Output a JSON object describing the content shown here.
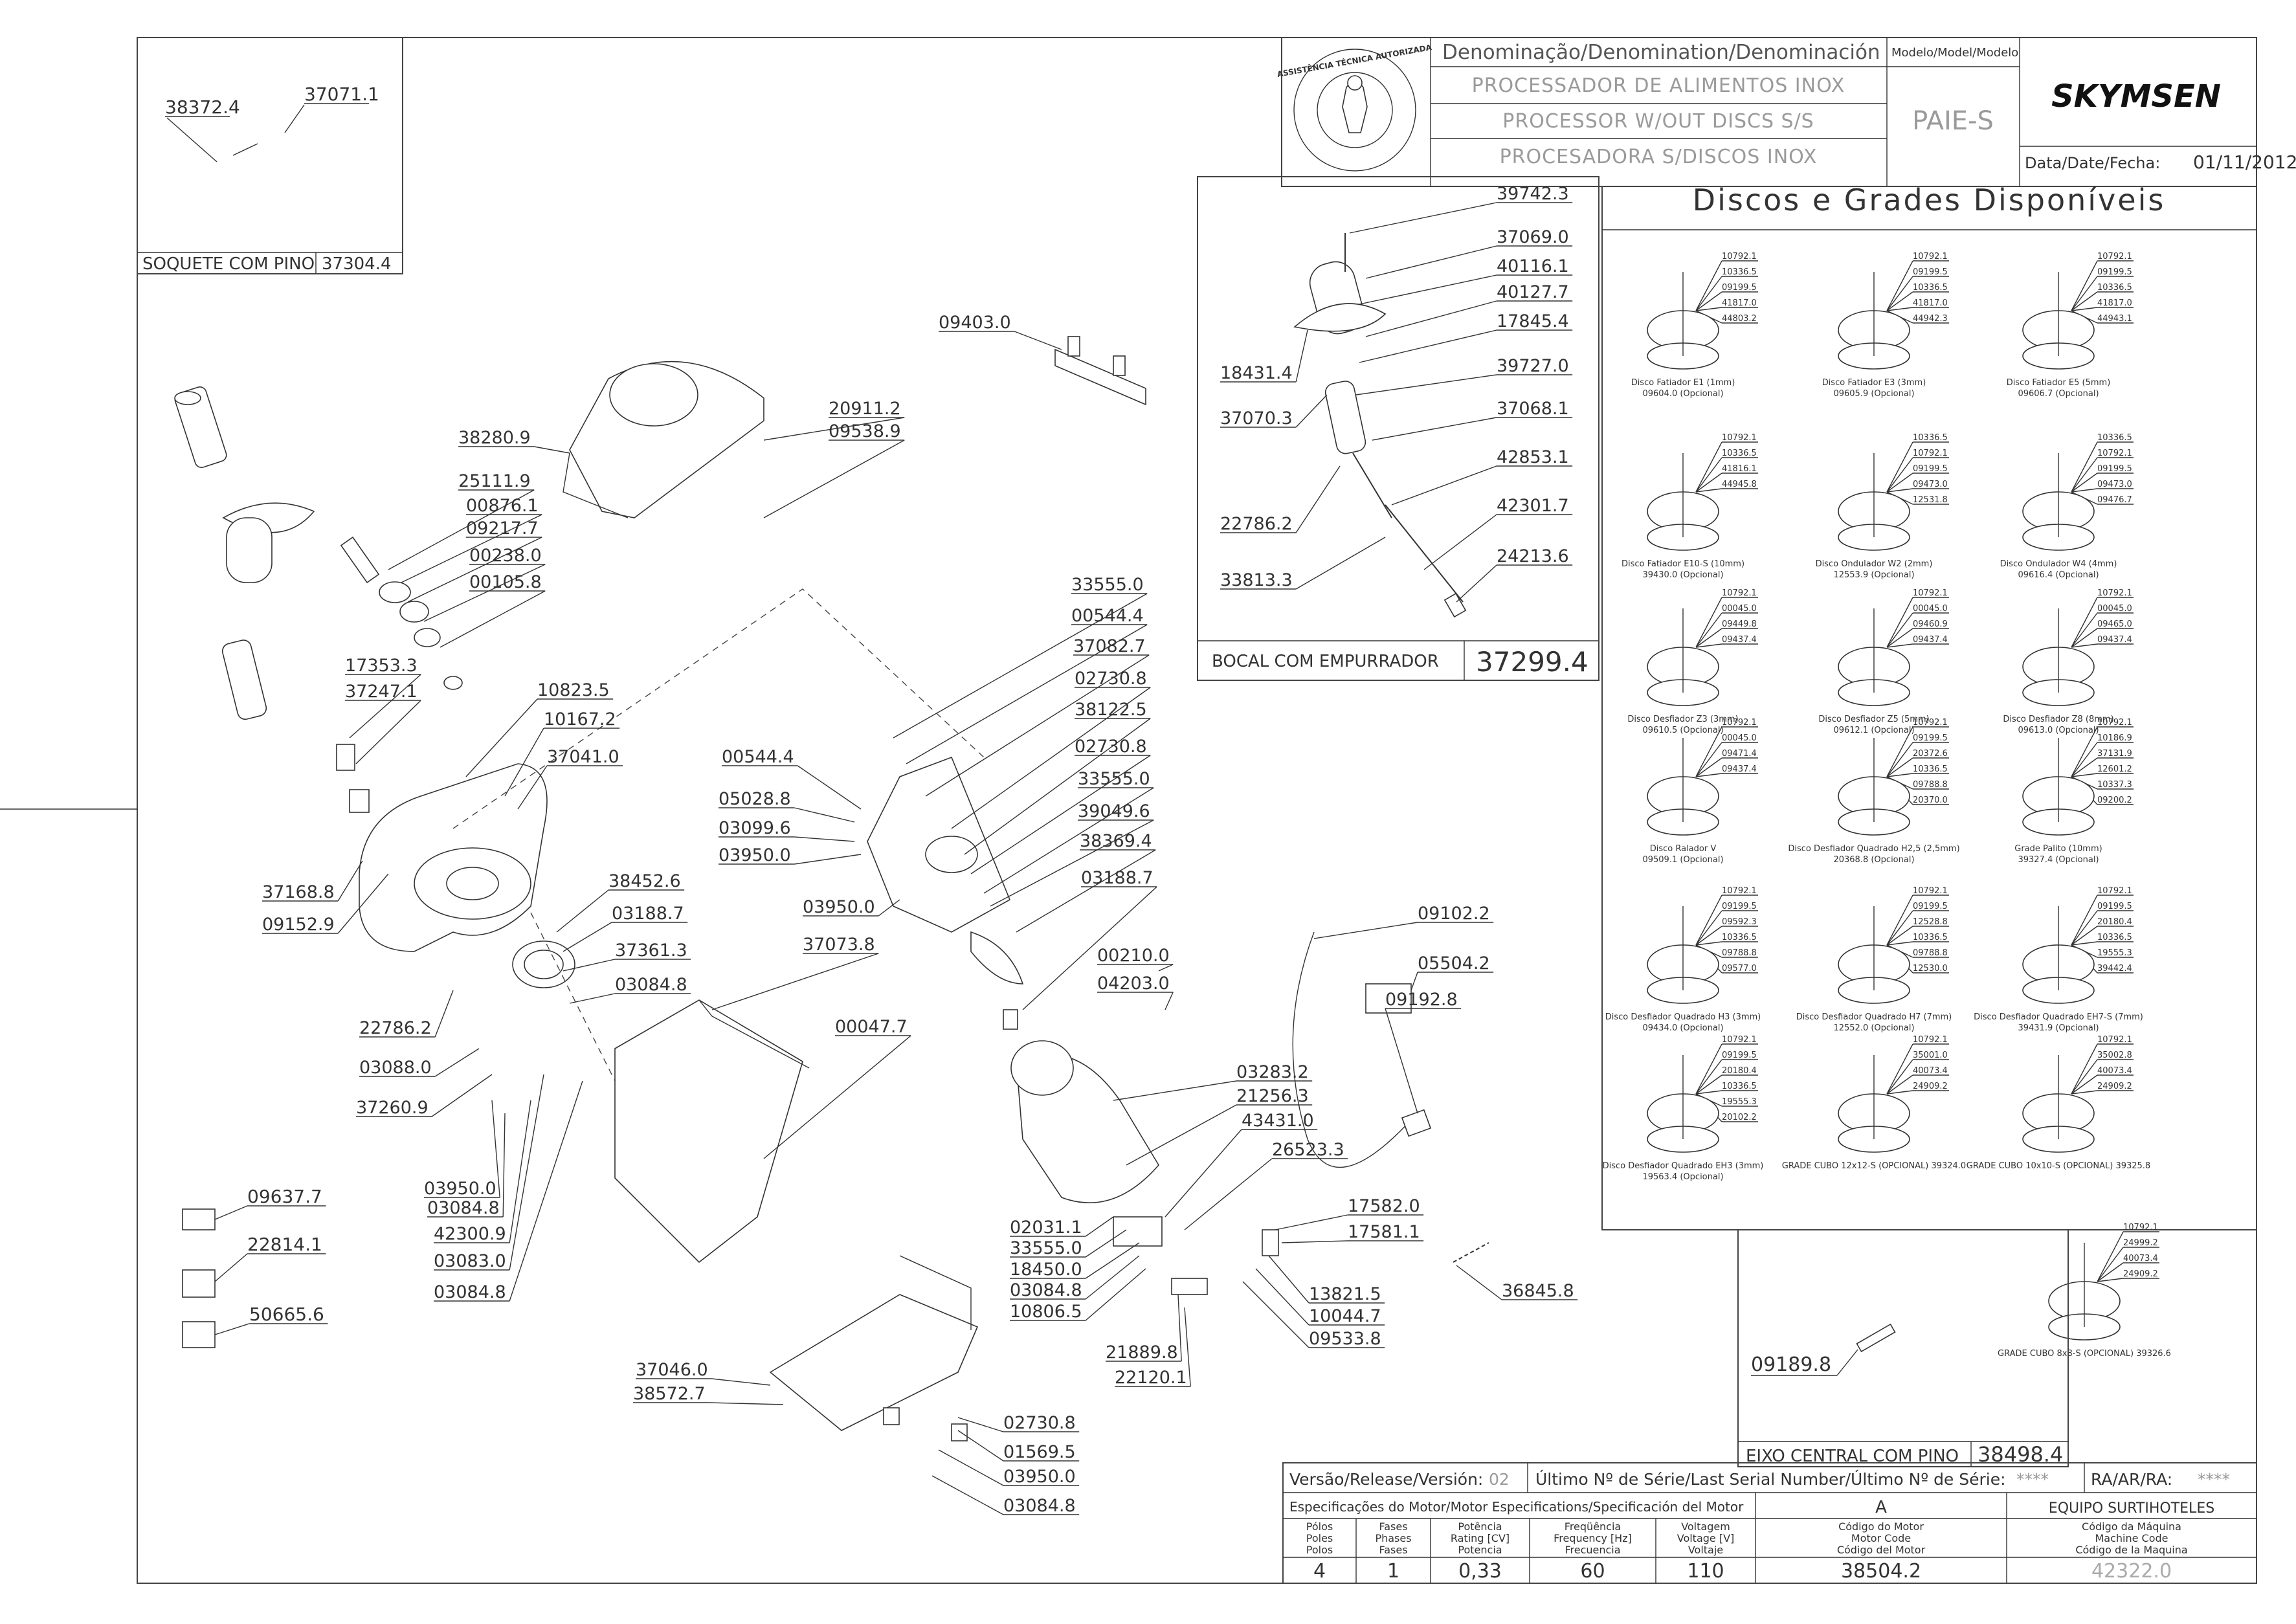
{
  "title_block": {
    "denomination_label": "Denominação/Denomination/Denominación",
    "model_label": "Modelo/Model/Modelo",
    "name_pt": "PROCESSADOR DE ALIMENTOS INOX",
    "name_en": "PROCESSOR W/OUT DISCS S/S",
    "name_es": "PROCESADORA S/DISCOS INOX",
    "model": "PAIE-S",
    "brand": "SKYMSEN",
    "date_label": "Data/Date/Fecha:",
    "date": "01/11/2012",
    "seal_text": "ASSISTÊNCIA TÉCNICA AUTORIZADA"
  },
  "panels": {
    "socket": {
      "label": "SOQUETE COM PINO",
      "code": "37304.4",
      "parts": [
        "38372.4",
        "37071.1"
      ]
    },
    "nozzle": {
      "label": "BOCAL COM EMPURRADOR",
      "code": "37299.4",
      "parts_right": [
        "39742.3",
        "37069.0",
        "40116.1",
        "40127.7",
        "17845.4",
        "39727.0",
        "37068.1",
        "42853.1",
        "42301.7",
        "24213.6"
      ],
      "parts_left": [
        "18431.4",
        "37070.3",
        "22786.2",
        "33813.3"
      ]
    },
    "discs": {
      "title": "Discos e Grades Disponíveis",
      "items": [
        {
          "name": "Disco Fatiador E1 (1mm)",
          "code": "09604.0 (Opcional)",
          "parts": [
            "10792.1",
            "10336.5",
            "09199.5",
            "41817.0",
            "44803.2"
          ]
        },
        {
          "name": "Disco Fatiador E3 (3mm)",
          "code": "09605.9 (Opcional)",
          "parts": [
            "10792.1",
            "09199.5",
            "10336.5",
            "41817.0",
            "44942.3"
          ]
        },
        {
          "name": "Disco Fatiador E5 (5mm)",
          "code": "09606.7 (Opcional)",
          "parts": [
            "10792.1",
            "09199.5",
            "10336.5",
            "41817.0",
            "44943.1"
          ]
        },
        {
          "name": "Disco Fatiador E10-S (10mm)",
          "code": "39430.0 (Opcional)",
          "parts": [
            "10792.1",
            "10336.5",
            "41816.1",
            "44945.8"
          ]
        },
        {
          "name": "Disco Ondulador W2 (2mm)",
          "code": "12553.9 (Opcional)",
          "parts": [
            "10336.5",
            "10792.1",
            "09199.5",
            "09473.0",
            "12531.8"
          ]
        },
        {
          "name": "Disco Ondulador W4 (4mm)",
          "code": "09616.4 (Opcional)",
          "parts": [
            "10336.5",
            "10792.1",
            "09199.5",
            "09473.0",
            "09476.7"
          ]
        },
        {
          "name": "Disco Desfiador Z3 (3mm)",
          "code": "09610.5 (Opcional)",
          "parts": [
            "10792.1",
            "00045.0",
            "09449.8",
            "09437.4"
          ]
        },
        {
          "name": "Disco Desfiador Z5 (5mm)",
          "code": "09612.1 (Opcional)",
          "parts": [
            "10792.1",
            "00045.0",
            "09460.9",
            "09437.4"
          ]
        },
        {
          "name": "Disco Desfiador Z8 (8mm)",
          "code": "09613.0 (Opcional)",
          "parts": [
            "10792.1",
            "00045.0",
            "09465.0",
            "09437.4"
          ]
        },
        {
          "name": "Disco Ralador V",
          "code": "09509.1 (Opcional)",
          "parts": [
            "10792.1",
            "00045.0",
            "09471.4",
            "09437.4"
          ]
        },
        {
          "name": "Disco Desfiador Quadrado H2,5 (2,5mm)",
          "code": "20368.8 (Opcional)",
          "parts": [
            "10792.1",
            "09199.5",
            "20372.6",
            "10336.5",
            "09788.8",
            "20370.0"
          ]
        },
        {
          "name": "Grade Palito (10mm)",
          "code": "39327.4 (Opcional)",
          "parts": [
            "10792.1",
            "10186.9",
            "37131.9",
            "12601.2",
            "10337.3",
            "09200.2"
          ]
        },
        {
          "name": "Disco Desfiador Quadrado H3 (3mm)",
          "code": "09434.0 (Opcional)",
          "parts": [
            "10792.1",
            "09199.5",
            "09592.3",
            "10336.5",
            "09788.8",
            "09577.0"
          ]
        },
        {
          "name": "Disco Desfiador Quadrado H7 (7mm)",
          "code": "12552.0 (Opcional)",
          "parts": [
            "10792.1",
            "09199.5",
            "12528.8",
            "10336.5",
            "09788.8",
            "12530.0"
          ]
        },
        {
          "name": "Disco Desfiador Quadrado EH7-S (7mm)",
          "code": "39431.9 (Opcional)",
          "parts": [
            "10792.1",
            "09199.5",
            "20180.4",
            "10336.5",
            "19555.3",
            "39442.4"
          ]
        },
        {
          "name": "Disco Desfiador Quadrado EH3 (3mm)",
          "code": "19563.4 (Opcional)",
          "parts": [
            "10792.1",
            "09199.5",
            "20180.4",
            "10336.5",
            "19555.3",
            "20102.2"
          ]
        },
        {
          "name": "GRADE CUBO 12x12-S (OPCIONAL) 39324.0",
          "code": "",
          "parts": [
            "10792.1",
            "35001.0",
            "40073.4",
            "24909.2"
          ]
        },
        {
          "name": "GRADE CUBO 10x10-S (OPCIONAL) 39325.8",
          "code": "",
          "parts": [
            "10792.1",
            "35002.8",
            "40073.4",
            "24909.2"
          ]
        },
        {
          "name": "GRADE CUBO 8x8-S (OPCIONAL) 39326.6",
          "code": "",
          "parts": [
            "10792.1",
            "24999.2",
            "40073.4",
            "24909.2"
          ]
        }
      ]
    },
    "shaft": {
      "label": "EIXO CENTRAL COM PINO",
      "code": "38498.4",
      "part": "09189.8"
    }
  },
  "main_parts": {
    "left": [
      "38280.9",
      "25111.9",
      "00876.1",
      "09217.7",
      "00238.0",
      "00105.8",
      "17353.3",
      "37247.1",
      "10823.5",
      "10167.2",
      "37041.0",
      "37168.8",
      "09152.9",
      "38452.6",
      "03188.7",
      "37361.3",
      "03084.8",
      "22786.2",
      "03088.0",
      "37260.9",
      "03950.0",
      "03084.8",
      "42300.9",
      "03083.0",
      "03084.8"
    ],
    "center": [
      "09403.0",
      "20911.2",
      "09538.9",
      "00544.4",
      "05028.8",
      "03099.6",
      "03950.0",
      "03950.0",
      "37073.8",
      "00047.7",
      "33555.0",
      "00544.4",
      "37082.7",
      "02730.8",
      "38122.5",
      "02730.8",
      "33555.0",
      "39049.6",
      "38369.4",
      "03188.7",
      "00210.0",
      "04203.0"
    ],
    "lower": [
      "09102.2",
      "05504.2",
      "09192.8",
      "03283.2",
      "21256.3",
      "43431.0",
      "26523.3",
      "17582.0",
      "17581.1",
      "02031.1",
      "33555.0",
      "18450.0",
      "03084.8",
      "10806.5",
      "13821.5",
      "10044.7",
      "09533.8",
      "21889.8",
      "22120.1",
      "36845.8",
      "37046.0",
      "38572.7",
      "02730.8",
      "01569.5",
      "03950.0",
      "03084.8"
    ],
    "labels": [
      "09637.7",
      "22814.1",
      "50665.6"
    ]
  },
  "footer": {
    "release_label": "Versão/Release/Versión:",
    "release": "02",
    "serial_label": "Último Nº de Série/Last Serial Number/Último Nº de Série:",
    "serial": "****",
    "ra_label": "RA/AR/RA:",
    "ra": "****",
    "motor_spec_label": "Especificações do Motor/Motor Especifications/Specificación del Motor",
    "motor_variant": "A",
    "machine_variant": "EQUIPO SURTIHOTELES",
    "columns": [
      {
        "h1": "Pólos",
        "h2": "Poles",
        "h3": "Polos",
        "value": "4"
      },
      {
        "h1": "Fases",
        "h2": "Phases",
        "h3": "Fases",
        "value": "1"
      },
      {
        "h1": "Potência",
        "h2": "Rating [CV]",
        "h3": "Potencia",
        "value": "0,33"
      },
      {
        "h1": "Freqüência",
        "h2": "Frequency [Hz]",
        "h3": "Frecuencia",
        "value": "60"
      },
      {
        "h1": "Voltagem",
        "h2": "Voltage [V]",
        "h3": "Voltaje",
        "value": "110"
      },
      {
        "h1": "Código do Motor",
        "h2": "Motor Code",
        "h3": "Código del Motor",
        "value": "38504.2"
      },
      {
        "h1": "Código da Máquina",
        "h2": "Machine Code",
        "h3": "Código de la Maquina",
        "value": "42322.0"
      }
    ]
  }
}
